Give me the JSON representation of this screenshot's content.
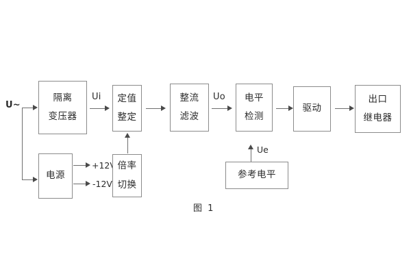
{
  "diagram": {
    "caption": "图 1",
    "input_label": "U~",
    "signals": {
      "ui": "Ui",
      "uo": "Uo",
      "ue": "Ue"
    },
    "rails": {
      "positive": "+12V",
      "negative": "-12V"
    },
    "blocks": [
      {
        "id": "isolation-transformer",
        "line1": "隔离",
        "line2": "变压器"
      },
      {
        "id": "setting-value",
        "line1": "定值",
        "line2": "整定"
      },
      {
        "id": "rectify-filter",
        "line1": "整流",
        "line2": "滤波"
      },
      {
        "id": "level-detection",
        "line1": "电平",
        "line2": "检测"
      },
      {
        "id": "drive",
        "line1": "驱动",
        "line2": ""
      },
      {
        "id": "output-relay",
        "line1": "出口",
        "line2": "继电器"
      },
      {
        "id": "power-supply",
        "line1": "电源",
        "line2": ""
      },
      {
        "id": "multiplier-switch",
        "line1": "倍率",
        "line2": "切换"
      },
      {
        "id": "reference-level",
        "line1": "参考电平",
        "line2": ""
      }
    ]
  },
  "colors": {
    "box_border": "#8a8a8a",
    "line": "#6e6e6e",
    "text": "#2b2b2b",
    "background": "#ffffff"
  }
}
